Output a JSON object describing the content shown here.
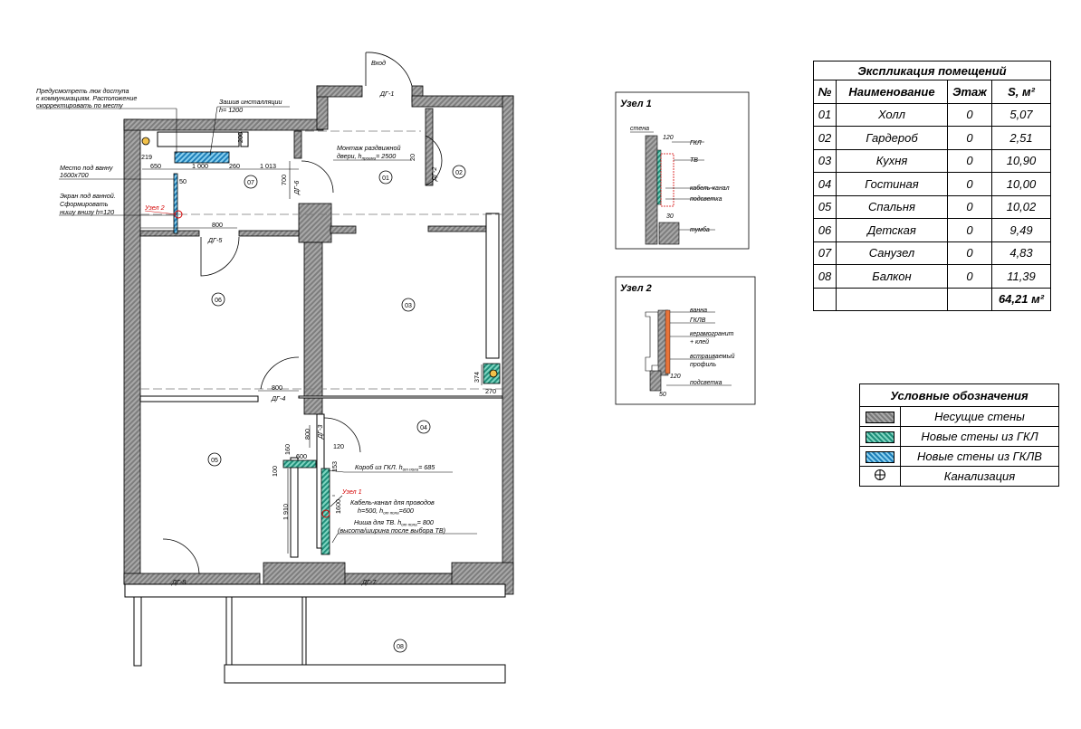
{
  "colors": {
    "bearing_wall": "#9a9a9a",
    "gkl_wall": "#2aa38a",
    "gklv_wall": "#2a8fc9",
    "annotation": "#d40000"
  },
  "plan": {
    "entrance": "Вход",
    "doors": {
      "dg1": "ДГ-1",
      "dg2": "ДГ-2",
      "dg3": "ДГ-3",
      "dg4": "ДГ-4",
      "dg5": "ДГ-5",
      "dg6": "ДГ-6",
      "dg7": "ДГ-7",
      "dg8": "ДГ-8"
    },
    "rooms": {
      "r01": "01",
      "r02": "02",
      "r03": "03",
      "r04": "04",
      "r05": "05",
      "r06": "06",
      "r07": "07",
      "r08": "08"
    },
    "notes": {
      "hatch1": "Предусмотреть люк доступа",
      "hatch2": "к коммуникациям. Расположение",
      "hatch3": "скорректировать по месту",
      "sew1": "Зашив инсталляции",
      "sew2": "h= 1200",
      "bath1": "Место под ванну",
      "bath2": "1600х700",
      "screen1": "Экран под ванной.",
      "screen2": "Сформировать",
      "screen3": "нишу внизу h=120",
      "sliding1": "Монтаж раздвижной",
      "sliding2a": "двери, h",
      "sliding2b": "проема",
      "sliding2c": "= 2500",
      "box_a": "Короб из ГКЛ. h",
      "box_b": "от пола",
      "box_c": "= 685",
      "cable1": "Кабель-канал для проводов",
      "cable2a": "h=500, h",
      "cable2b": "от пола",
      "cable2c": "=600",
      "niche1a": "Ниша для ТВ. h",
      "niche1b": "от пола",
      "niche1c": "= 800",
      "niche2": "(высота/ширина после выбора ТВ)",
      "node1": "Узел 1",
      "node2": "Узел 2"
    },
    "dims": {
      "d200": "200",
      "d219": "219",
      "d650": "650",
      "d1000": "1 000",
      "d260": "260",
      "d1013": "1 013",
      "d50": "50",
      "d700": "700",
      "d800a": "800",
      "d800b": "800",
      "d800c": "800",
      "d374": "374",
      "d270": "270",
      "d120": "120",
      "d160": "160",
      "d600": "600",
      "d100": "100",
      "d1910": "1 910",
      "d1600": "1600",
      "d153": "153",
      "d20": "20"
    }
  },
  "node1": {
    "title": "Узел 1",
    "labels": {
      "wall": "стена",
      "d120": "120",
      "gkl": "ГКЛ",
      "tv": "ТВ",
      "cable": "кабель-канал",
      "light": "подсветка",
      "stand": "тумба",
      "d30": "30"
    }
  },
  "node2": {
    "title": "Узел 2",
    "labels": {
      "bath": "ванна",
      "gklv": "ГКЛВ",
      "ceram1": "керамогранит",
      "ceram2": "+ клей",
      "built1": "встраиваемый",
      "built2": "профиль",
      "light": "подсветка",
      "d120": "120",
      "d50": "50"
    }
  },
  "explication": {
    "title": "Экспликация помещений",
    "headers": [
      "№",
      "Наименование",
      "Этаж",
      "S, м²"
    ],
    "rows": [
      [
        "01",
        "Холл",
        "0",
        "5,07"
      ],
      [
        "02",
        "Гардероб",
        "0",
        "2,51"
      ],
      [
        "03",
        "Кухня",
        "0",
        "10,90"
      ],
      [
        "04",
        "Гостиная",
        "0",
        "10,00"
      ],
      [
        "05",
        "Спальня",
        "0",
        "10,02"
      ],
      [
        "06",
        "Детская",
        "0",
        "9,49"
      ],
      [
        "07",
        "Санузел",
        "0",
        "4,83"
      ],
      [
        "08",
        "Балкон",
        "0",
        "11,39"
      ]
    ],
    "total": "64,21 м²"
  },
  "legend": {
    "title": "Условные обозначения",
    "items": [
      {
        "icon": "bearing-wall-swatch",
        "label": "Несущие стены"
      },
      {
        "icon": "gkl-wall-swatch",
        "label": "Новые стены из ГКЛ"
      },
      {
        "icon": "gklv-wall-swatch",
        "label": "Новые стены из ГКЛВ"
      },
      {
        "icon": "sewer-icon",
        "label": "Канализация"
      }
    ]
  }
}
